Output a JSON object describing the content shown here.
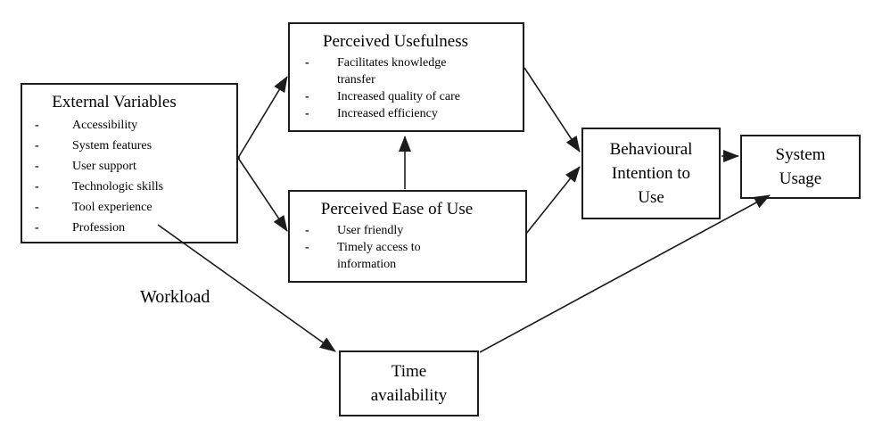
{
  "diagram": {
    "bullet_char": "-",
    "colors": {
      "line": "#1c1c1c",
      "background": "#ffffff",
      "text": "#000000"
    },
    "boxes": {
      "external_variables": {
        "title": "External Variables",
        "items": [
          "Accessibility",
          "System features",
          "User support",
          "Technologic skills",
          "Tool experience",
          "Profession"
        ]
      },
      "perceived_usefulness": {
        "title": "Perceived Usefulness",
        "items": [
          "Facilitates knowledge transfer",
          "Increased quality of care",
          "Increased efficiency"
        ]
      },
      "perceived_ease_of_use": {
        "title": "Perceived Ease of Use",
        "items": [
          "User friendly",
          "Timely access to information"
        ]
      },
      "behavioural_intention": {
        "title": "Behavioural Intention to Use"
      },
      "system_usage": {
        "title": "System Usage"
      },
      "time_availability": {
        "title": "Time availability"
      }
    },
    "labels": {
      "workload": "Workload"
    },
    "edges": [
      {
        "from": "External Variables",
        "to": "Perceived Usefulness"
      },
      {
        "from": "External Variables",
        "to": "Perceived Ease of Use"
      },
      {
        "from": "Perceived Ease of Use",
        "to": "Perceived Usefulness"
      },
      {
        "from": "Perceived Usefulness",
        "to": "Behavioural Intention to Use"
      },
      {
        "from": "Perceived Ease of Use",
        "to": "Behavioural Intention to Use"
      },
      {
        "from": "Behavioural Intention to Use",
        "to": "System Usage"
      },
      {
        "from": "External Variables",
        "to": "Time availability",
        "label": "Workload"
      },
      {
        "from": "Time availability",
        "to": "System Usage"
      }
    ]
  }
}
